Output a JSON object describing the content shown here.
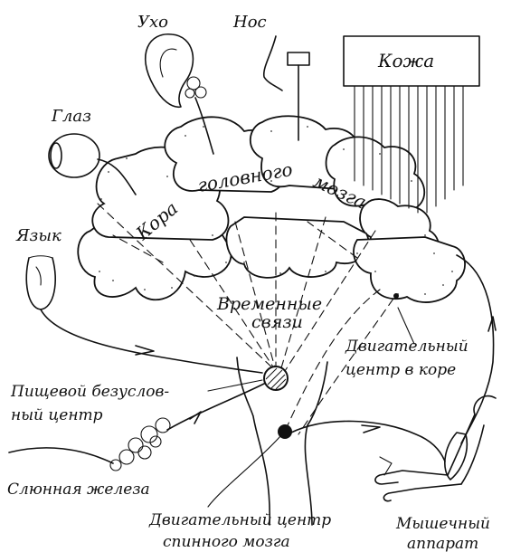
{
  "diagram": {
    "labels": {
      "ear": "Ухо",
      "nose": "Нос",
      "skin": "Кожа",
      "eye": "Глаз",
      "tongue": "Язык",
      "cortex_1": "Кора",
      "cortex_2": "головного",
      "cortex_3": "мозга",
      "temporary_1": "Временные",
      "temporary_2": "связи",
      "motor_cortex_1": "Двигательный",
      "motor_cortex_2": "центр в коре",
      "food_center_1": "Пищевой безуслов-",
      "food_center_2": "ный центр",
      "salivary": "Слюнная железа",
      "spinal_1": "Двигательный центр",
      "spinal_2": "спинного  мозга",
      "muscle_1": "Мышечный",
      "muscle_2": "аппарат"
    }
  }
}
